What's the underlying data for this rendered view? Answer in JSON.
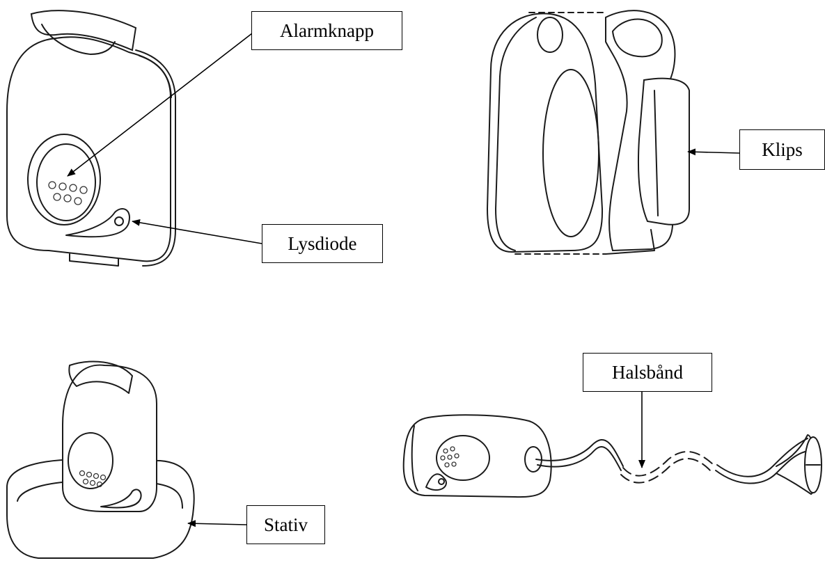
{
  "labels": {
    "alarm_button": "Alarmknapp",
    "led": "Lysdiode",
    "clip": "Klips",
    "stand": "Stativ",
    "neck_strap": "Halsbånd"
  }
}
